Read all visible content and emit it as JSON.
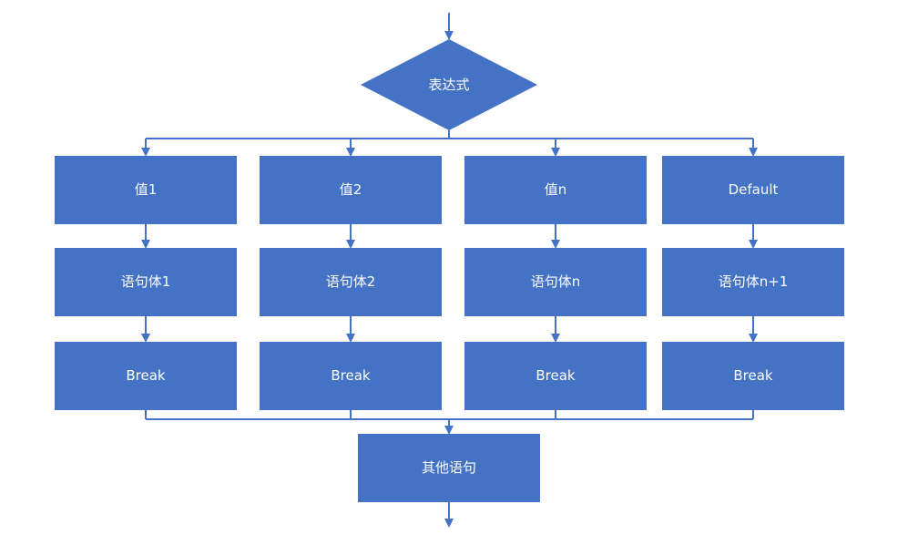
{
  "colors": {
    "node_fill": "#4472C4",
    "connector": "#4472C4",
    "text": "#FFFFFF",
    "background": "#FFFFFF"
  },
  "diagram": {
    "decision": {
      "label": "表达式"
    },
    "branches": [
      {
        "value": "值1",
        "body": "语句体1",
        "exit": "Break"
      },
      {
        "value": "值2",
        "body": "语句体2",
        "exit": "Break"
      },
      {
        "value": "值n",
        "body": "语句体n",
        "exit": "Break"
      },
      {
        "value": "Default",
        "body": "语句体n+1",
        "exit": "Break"
      }
    ],
    "merge": {
      "label": "其他语句"
    }
  }
}
